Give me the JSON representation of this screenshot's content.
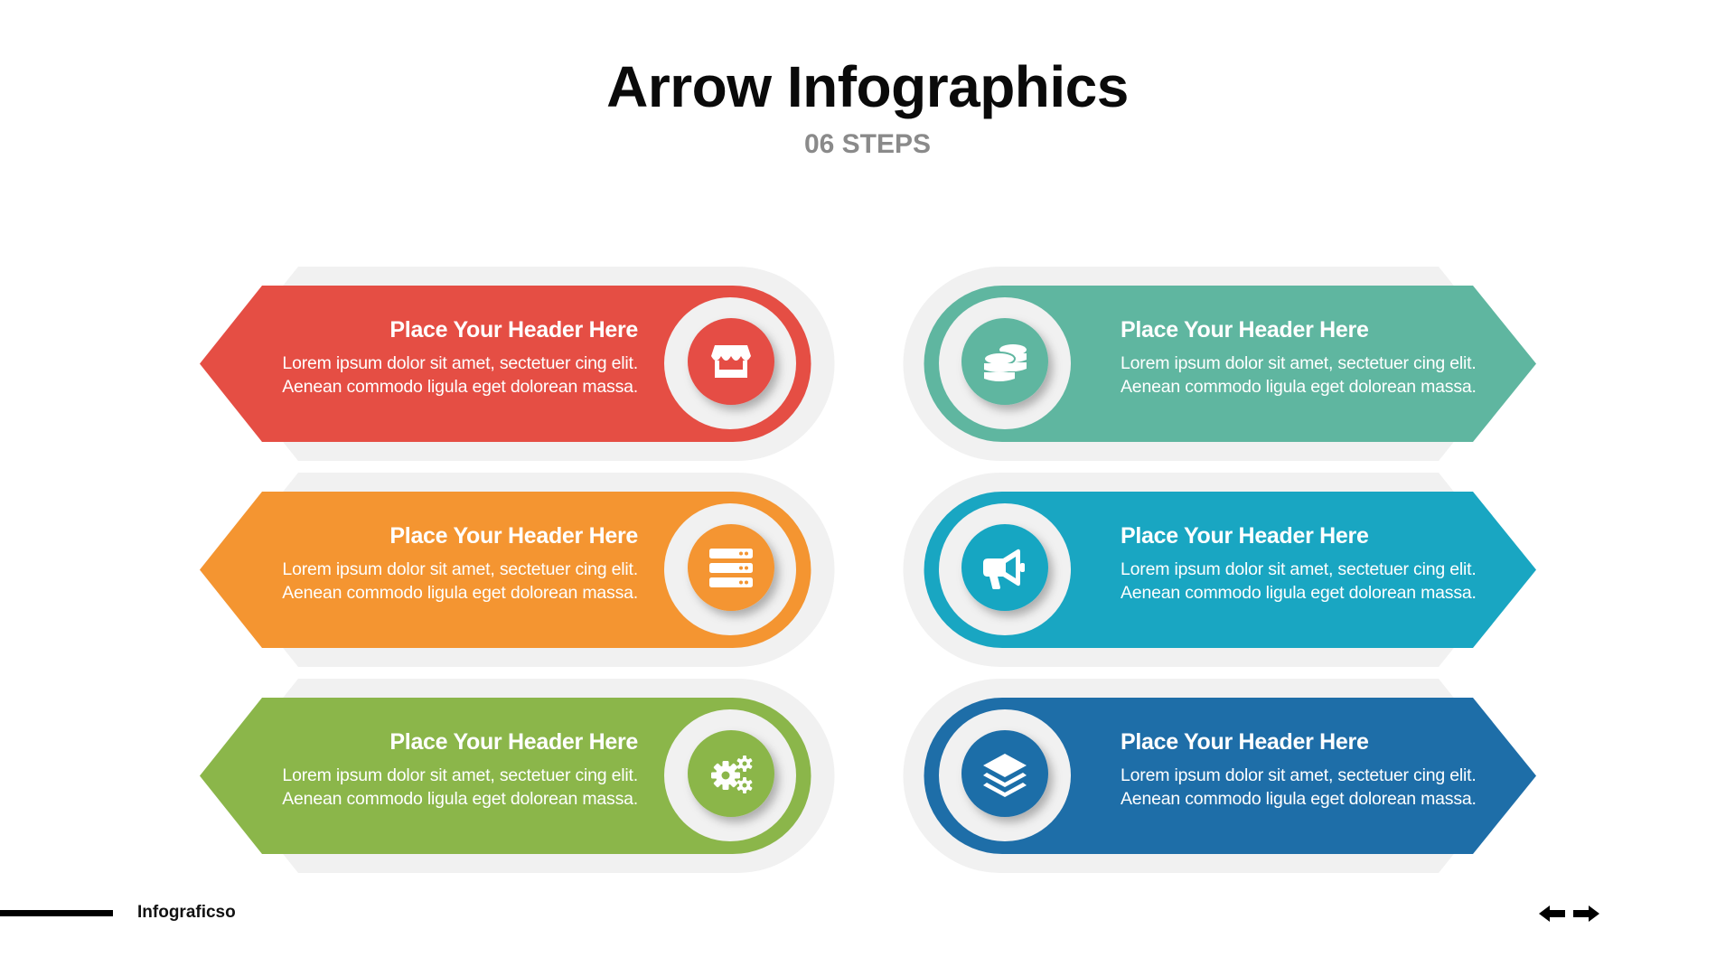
{
  "header": {
    "title": "Arrow Infographics",
    "subtitle": "06 STEPS"
  },
  "colors": {
    "background_plate": "#F1F1F1",
    "ring": "#F1F1F1",
    "title": "#0A0A0A",
    "subtitle": "#8A8A8A"
  },
  "steps": [
    {
      "side": "left",
      "row": 1,
      "color": "#E54E44",
      "icon": "shop-icon",
      "header": "Place Your Header Here",
      "body": "Lorem ipsum dolor sit amet, sectetuer cing elit. Aenean commodo ligula eget dolorean massa."
    },
    {
      "side": "left",
      "row": 2,
      "color": "#F49531",
      "icon": "server-icon",
      "header": "Place Your Header Here",
      "body": "Lorem ipsum dolor sit amet, sectetuer cing elit. Aenean commodo ligula eget dolorean massa."
    },
    {
      "side": "left",
      "row": 3,
      "color": "#8BB64A",
      "icon": "gears-icon",
      "header": "Place Your Header Here",
      "body": "Lorem ipsum dolor sit amet, sectetuer cing elit. Aenean commodo ligula eget dolorean massa."
    },
    {
      "side": "right",
      "row": 1,
      "color": "#5FB6A0",
      "icon": "coins-icon",
      "header": "Place Your Header Here",
      "body": "Lorem ipsum dolor sit amet, sectetuer cing elit. Aenean commodo ligula eget dolorean massa."
    },
    {
      "side": "right",
      "row": 2,
      "color": "#19A6C2",
      "icon": "megaphone-icon",
      "header": "Place Your Header Here",
      "body": "Lorem ipsum dolor sit amet, sectetuer cing elit. Aenean commodo ligula eget dolorean massa."
    },
    {
      "side": "right",
      "row": 3,
      "color": "#1E6EA8",
      "icon": "layers-icon",
      "header": "Place Your Header Here",
      "body": "Lorem ipsum dolor sit amet, sectetuer cing elit. Aenean commodo ligula eget dolorean massa."
    }
  ],
  "footer": {
    "brand": "Infograficso",
    "prev_icon": "arrow-left-icon",
    "next_icon": "arrow-right-icon"
  }
}
